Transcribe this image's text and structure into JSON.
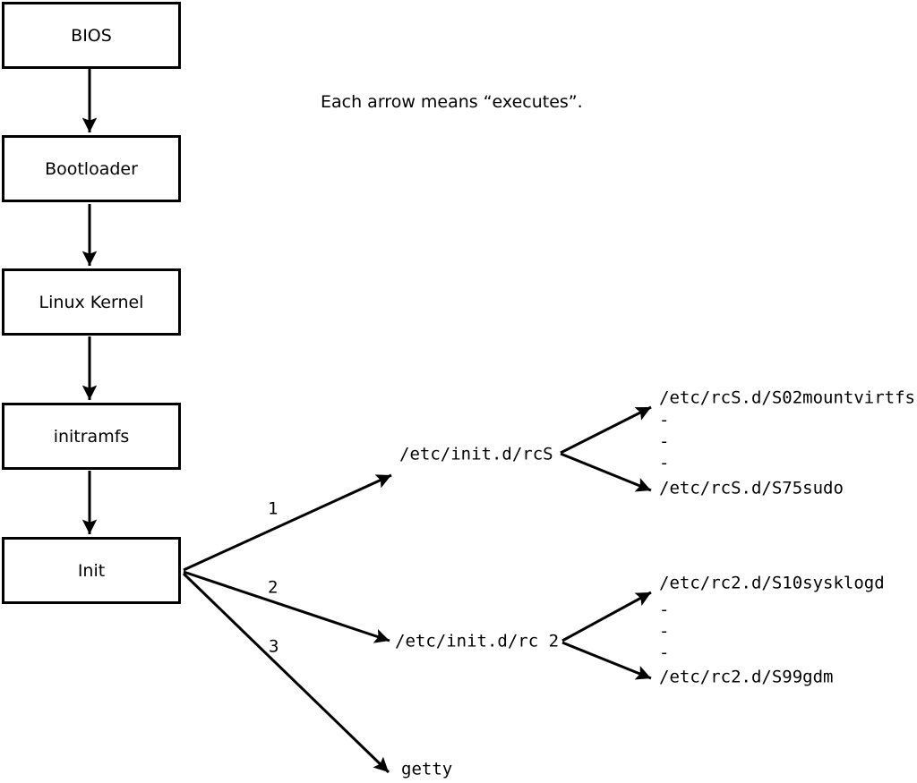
{
  "note": "Each arrow means “executes”.",
  "chain": [
    {
      "label": "BIOS"
    },
    {
      "label": "Bootloader"
    },
    {
      "label": "Linux Kernel"
    },
    {
      "label": "initramfs"
    },
    {
      "label": "Init"
    }
  ],
  "branches": [
    {
      "number": "1",
      "target": "/etc/init.d/rcS"
    },
    {
      "number": "2",
      "target": "/etc/init.d/rc 2"
    },
    {
      "number": "3",
      "target": "getty"
    }
  ],
  "rcS_scripts": {
    "first": "/etc/rcS.d/S02mountvirtfs",
    "ellipsis": [
      "-",
      "-",
      "-"
    ],
    "last": "/etc/rcS.d/S75sudo"
  },
  "rc2_scripts": {
    "first": "/etc/rc2.d/S10sysklogd",
    "ellipsis": [
      "-",
      "-",
      "-"
    ],
    "last": "/etc/rc2.d/S99gdm"
  },
  "colors": {
    "ink": "#000000",
    "background": "#ffffff"
  }
}
